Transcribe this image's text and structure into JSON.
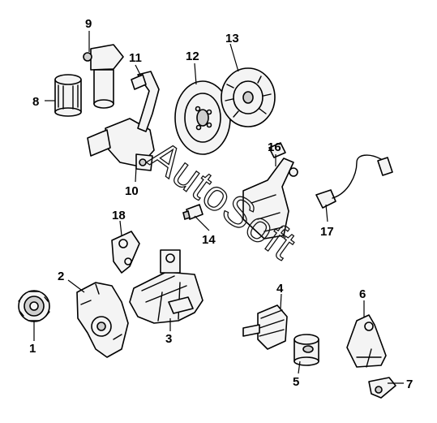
{
  "watermark": {
    "text": "AutoSoft"
  },
  "callouts": [
    {
      "id": "1",
      "label": "1"
    },
    {
      "id": "2",
      "label": "2"
    },
    {
      "id": "3",
      "label": "3"
    },
    {
      "id": "4",
      "label": "4"
    },
    {
      "id": "5",
      "label": "5"
    },
    {
      "id": "6",
      "label": "6"
    },
    {
      "id": "7",
      "label": "7"
    },
    {
      "id": "8",
      "label": "8"
    },
    {
      "id": "9",
      "label": "9"
    },
    {
      "id": "10",
      "label": "10"
    },
    {
      "id": "11",
      "label": "11"
    },
    {
      "id": "12",
      "label": "12"
    },
    {
      "id": "13",
      "label": "13"
    },
    {
      "id": "14",
      "label": "14"
    },
    {
      "id": "16",
      "label": "16"
    },
    {
      "id": "17",
      "label": "17"
    },
    {
      "id": "18",
      "label": "18"
    }
  ]
}
